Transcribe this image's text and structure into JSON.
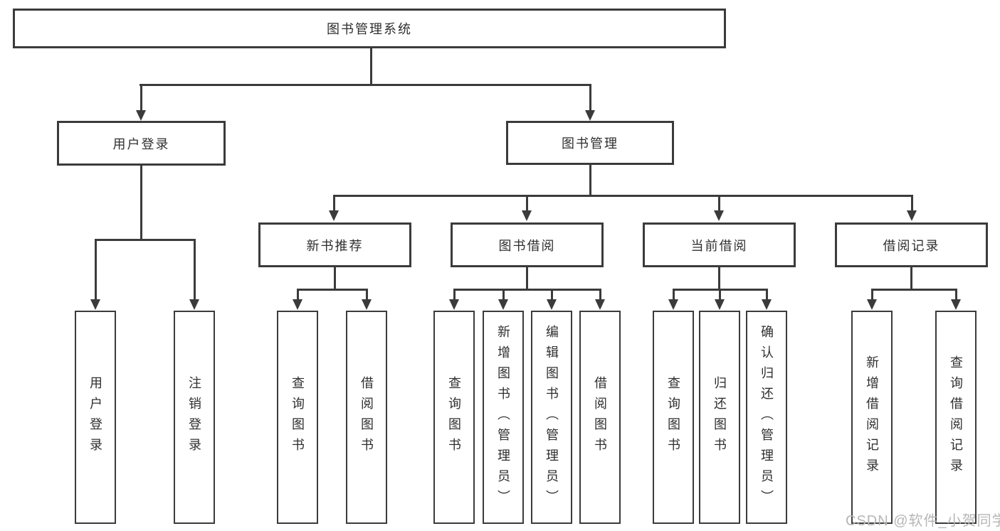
{
  "diagram": {
    "root": {
      "label": "图书管理系统"
    },
    "branches": [
      {
        "label": "用户登录",
        "children": [
          {
            "label": "用户登录"
          },
          {
            "label": "注销登录"
          }
        ]
      },
      {
        "label": "图书管理",
        "children": [
          {
            "label": "新书推荐",
            "children": [
              {
                "label": "查询图书"
              },
              {
                "label": "借阅图书"
              }
            ]
          },
          {
            "label": "图书借阅",
            "children": [
              {
                "label": "查询图书"
              },
              {
                "label": "新增图书（管理员）"
              },
              {
                "label": "编辑图书（管理员）"
              },
              {
                "label": "借阅图书"
              }
            ]
          },
          {
            "label": "当前借阅",
            "children": [
              {
                "label": "查询图书"
              },
              {
                "label": "归还图书"
              },
              {
                "label": "确认归还（管理员）"
              }
            ]
          },
          {
            "label": "借阅记录",
            "children": [
              {
                "label": "新增借阅记录"
              },
              {
                "label": "查询借阅记录"
              }
            ]
          }
        ]
      }
    ]
  },
  "watermark": {
    "text": "CSDN @软件_小贺同学"
  },
  "colors": {
    "line": "#3b3b3b",
    "text": "#2f2f2f",
    "background": "#ffffff",
    "watermark": "#b6b6b6"
  }
}
